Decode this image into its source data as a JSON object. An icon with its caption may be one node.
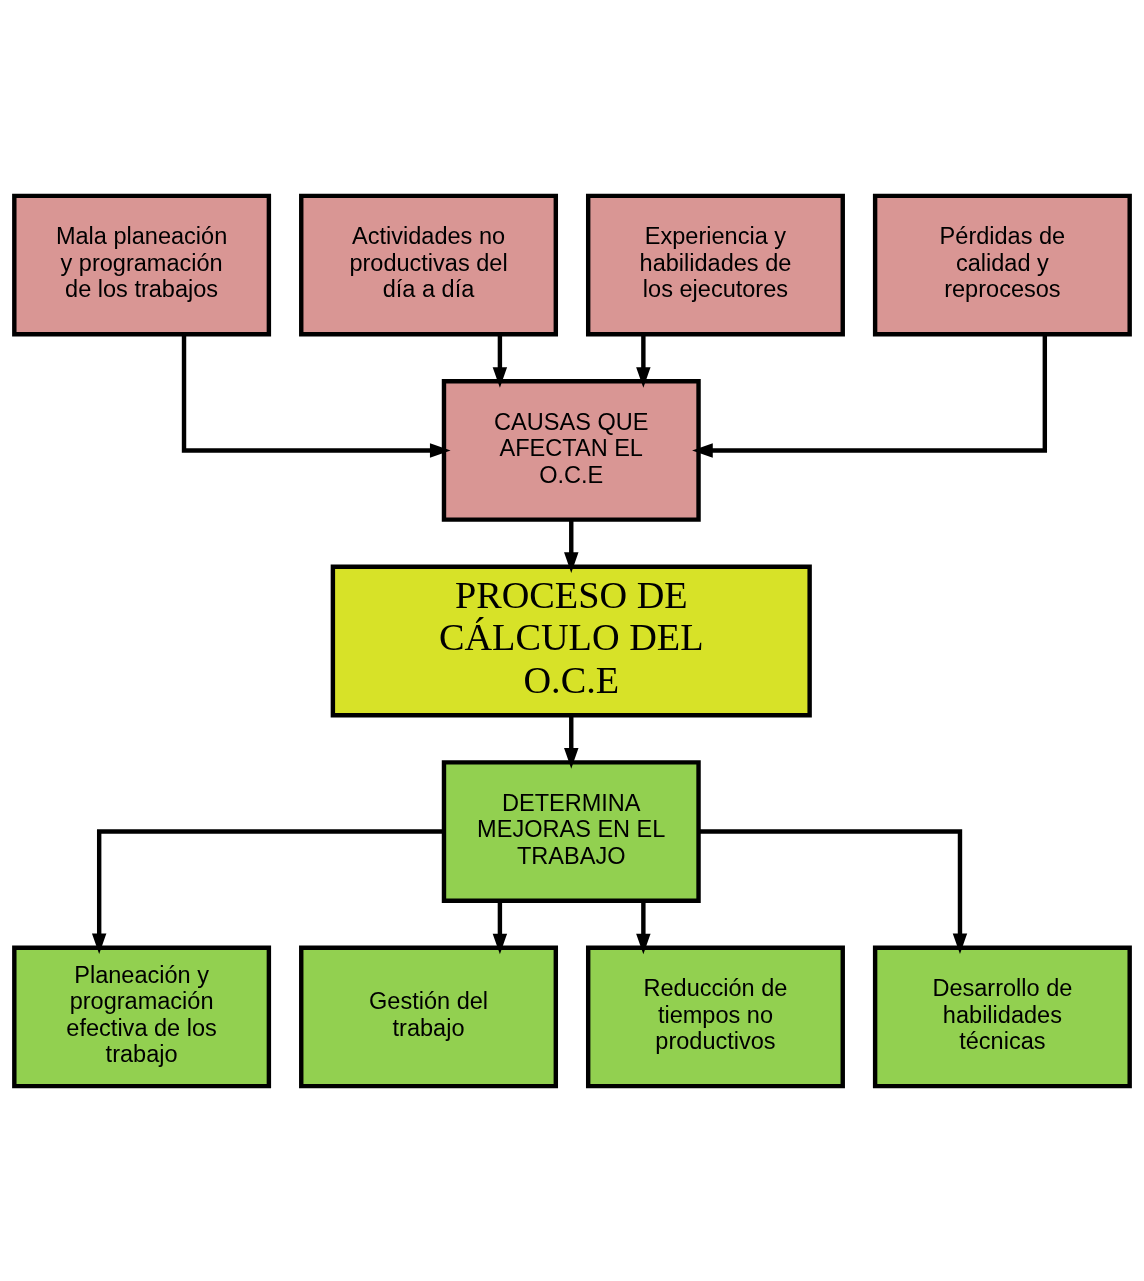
{
  "diagram": {
    "nodes": [
      {
        "text": [
          "Mala planeación y programación de los trabajos"
        ]
      },
      {
        "text": [
          "Actividades no productivas del día a día"
        ]
      },
      {
        "text": [
          "Experiencia y habilidades de los ejecutores"
        ]
      },
      {
        "text": [
          "Pérdidas de calidad y reprocesos"
        ]
      },
      {
        "text": [
          "CAUSAS QUE AFECTAN EL O.C.E"
        ]
      },
      {
        "text": [
          "PROCESO DE CÁLCULO DEL O.C.E"
        ]
      },
      {
        "text": [
          "DETERMINA MEJORAS EN EL TRABAJO"
        ]
      },
      {
        "text": [
          "Planeación y programación efectiva de los trabajo"
        ]
      },
      {
        "text": [
          "Gestión del trabajo"
        ]
      },
      {
        "text": [
          "Reducción de tiempos no productivos"
        ]
      },
      {
        "text": [
          "Desarrollo de habilidades técnicas"
        ]
      }
    ],
    "edges": [
      {
        "from": 0,
        "to": 4,
        "arrow": "to"
      },
      {
        "from": 1,
        "to": 4,
        "arrow": "to"
      },
      {
        "from": 2,
        "to": 4,
        "arrow": "to"
      },
      {
        "from": 3,
        "to": 4,
        "arrow": "to"
      },
      {
        "from": 4,
        "to": 5,
        "arrow": "to"
      },
      {
        "from": 5,
        "to": 6,
        "arrow": "to"
      },
      {
        "from": 6,
        "to": 7,
        "arrow": "to"
      },
      {
        "from": 6,
        "to": 8,
        "arrow": "to"
      },
      {
        "from": 6,
        "to": 9,
        "arrow": "to"
      },
      {
        "from": 6,
        "to": 10,
        "arrow": "to"
      }
    ]
  }
}
